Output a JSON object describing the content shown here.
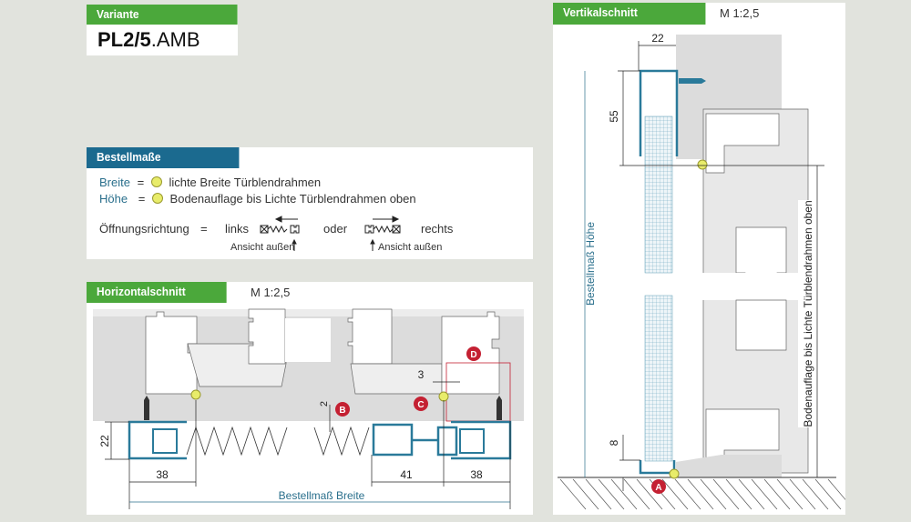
{
  "variante": {
    "title": "Variante",
    "code_bold": "PL2/5",
    "code_rest": ".AMB"
  },
  "bestellmasse": {
    "title": "Bestellmaße",
    "breite_label": "Breite",
    "eq": "=",
    "breite_text": "lichte Breite Türblendrahmen",
    "hoehe_label": "Höhe",
    "hoehe_text": "Bodenauflage bis Lichte Türblendrahmen oben",
    "oeffnung_label": "Öffnungsrichtung",
    "links": "links",
    "oder": "oder",
    "rechts": "rechts",
    "ansicht_links": "Ansicht außen",
    "ansicht_rechts": "Ansicht außen"
  },
  "horizontal": {
    "title": "Horizontalschnitt",
    "scale": "M 1:2,5",
    "dim_22": "22",
    "dim_38_left": "38",
    "dim_41": "41",
    "dim_38_right": "38",
    "dim_3": "3",
    "dim_2": "2",
    "total": "Bestellmaß Breite",
    "markers": [
      "B",
      "C",
      "D"
    ]
  },
  "vertical": {
    "title": "Vertikalschnitt",
    "scale": "M 1:2,5",
    "dim_22": "22",
    "dim_55": "55",
    "dim_8": "8",
    "total": "Bestellmaß Höhe",
    "right_label": "Bodenauflage bis Lichte Türblendrahmen oben",
    "markers": [
      "A"
    ]
  },
  "colors": {
    "green": "#4ba83b",
    "blue": "#1b6a8f",
    "profile": "#2a7a9a",
    "marker": "#c42032",
    "dot": "#e8ec6a"
  }
}
